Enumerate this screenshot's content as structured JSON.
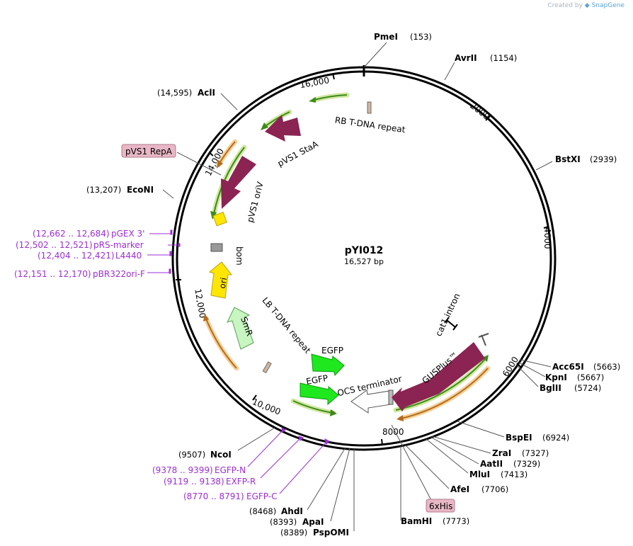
{
  "credit": {
    "prefix": "Created by",
    "brand": "SnapGene"
  },
  "plasmid": {
    "name": "pYI012",
    "length": "16,527 bp"
  },
  "ticks": [
    "16,000",
    "2000",
    "4000",
    "6000",
    "8000",
    "10,000",
    "12,000",
    "14,000"
  ],
  "sites": [
    {
      "name": "PmeI",
      "pos": "(153)"
    },
    {
      "name": "AvrII",
      "pos": "(1154)"
    },
    {
      "name": "BstXI",
      "pos": "(2939)"
    },
    {
      "name": "Acc65I",
      "pos": "(5663)"
    },
    {
      "name": "KpnI",
      "pos": "(5667)"
    },
    {
      "name": "BglII",
      "pos": "(5724)"
    },
    {
      "name": "BspEI",
      "pos": "(6924)"
    },
    {
      "name": "ZraI",
      "pos": "(7327)"
    },
    {
      "name": "AatII",
      "pos": "(7329)"
    },
    {
      "name": "MluI",
      "pos": "(7413)"
    },
    {
      "name": "AfeI",
      "pos": "(7706)"
    },
    {
      "name": "BamHI",
      "pos": "(7773)"
    },
    {
      "name": "PspOMI",
      "pos": "(8389)"
    },
    {
      "name": "ApaI",
      "pos": "(8393)"
    },
    {
      "name": "AhdI",
      "pos": "(8468)"
    },
    {
      "name": "NcoI",
      "pos": "(9507)"
    },
    {
      "name": "EcoNI",
      "pos": "(13,207)"
    },
    {
      "name": "AclI",
      "pos": "(14,595)"
    }
  ],
  "primers": [
    {
      "name": "pGEX 3'",
      "range": "(12,662 .. 12,684)"
    },
    {
      "name": "pRS-marker",
      "range": "(12,502 .. 12,521)"
    },
    {
      "name": "L4440",
      "range": "(12,404 .. 12,421)"
    },
    {
      "name": "pBR322ori-F",
      "range": "(12,151 .. 12,170)"
    },
    {
      "name": "EGFP-N",
      "range": "(9378 .. 9399)"
    },
    {
      "name": "EXFP-R",
      "range": "(9119 .. 9138)"
    },
    {
      "name": "EGFP-C",
      "range": "(8770 .. 8791)"
    }
  ],
  "boxed_labels": [
    "pVS1 RepA",
    "6xHis"
  ],
  "features": [
    "RB T-DNA repeat",
    "pVS1 StaA",
    "pVS1 oriV",
    "bom",
    "ori",
    "SmR",
    "LB T-DNA repeat",
    "EGFP",
    "EGFP",
    "OCS terminator",
    "GUSPlus™",
    "cat1 intron"
  ],
  "colors": {
    "backbone": "#000000",
    "maroon": "#8b2452",
    "green_feature": "#1fe81f",
    "yellow_feature": "#ffe600",
    "pale_green_feature": "#c8f5c0",
    "primer_arrow": "#3f8a1a",
    "primer_glow": "#cfe8a0",
    "orange_arrow": "#b36b1b",
    "orange_glow": "#f6d29a",
    "primer_text": "#9b2fd6",
    "box_fill": "#e8b7c6"
  }
}
